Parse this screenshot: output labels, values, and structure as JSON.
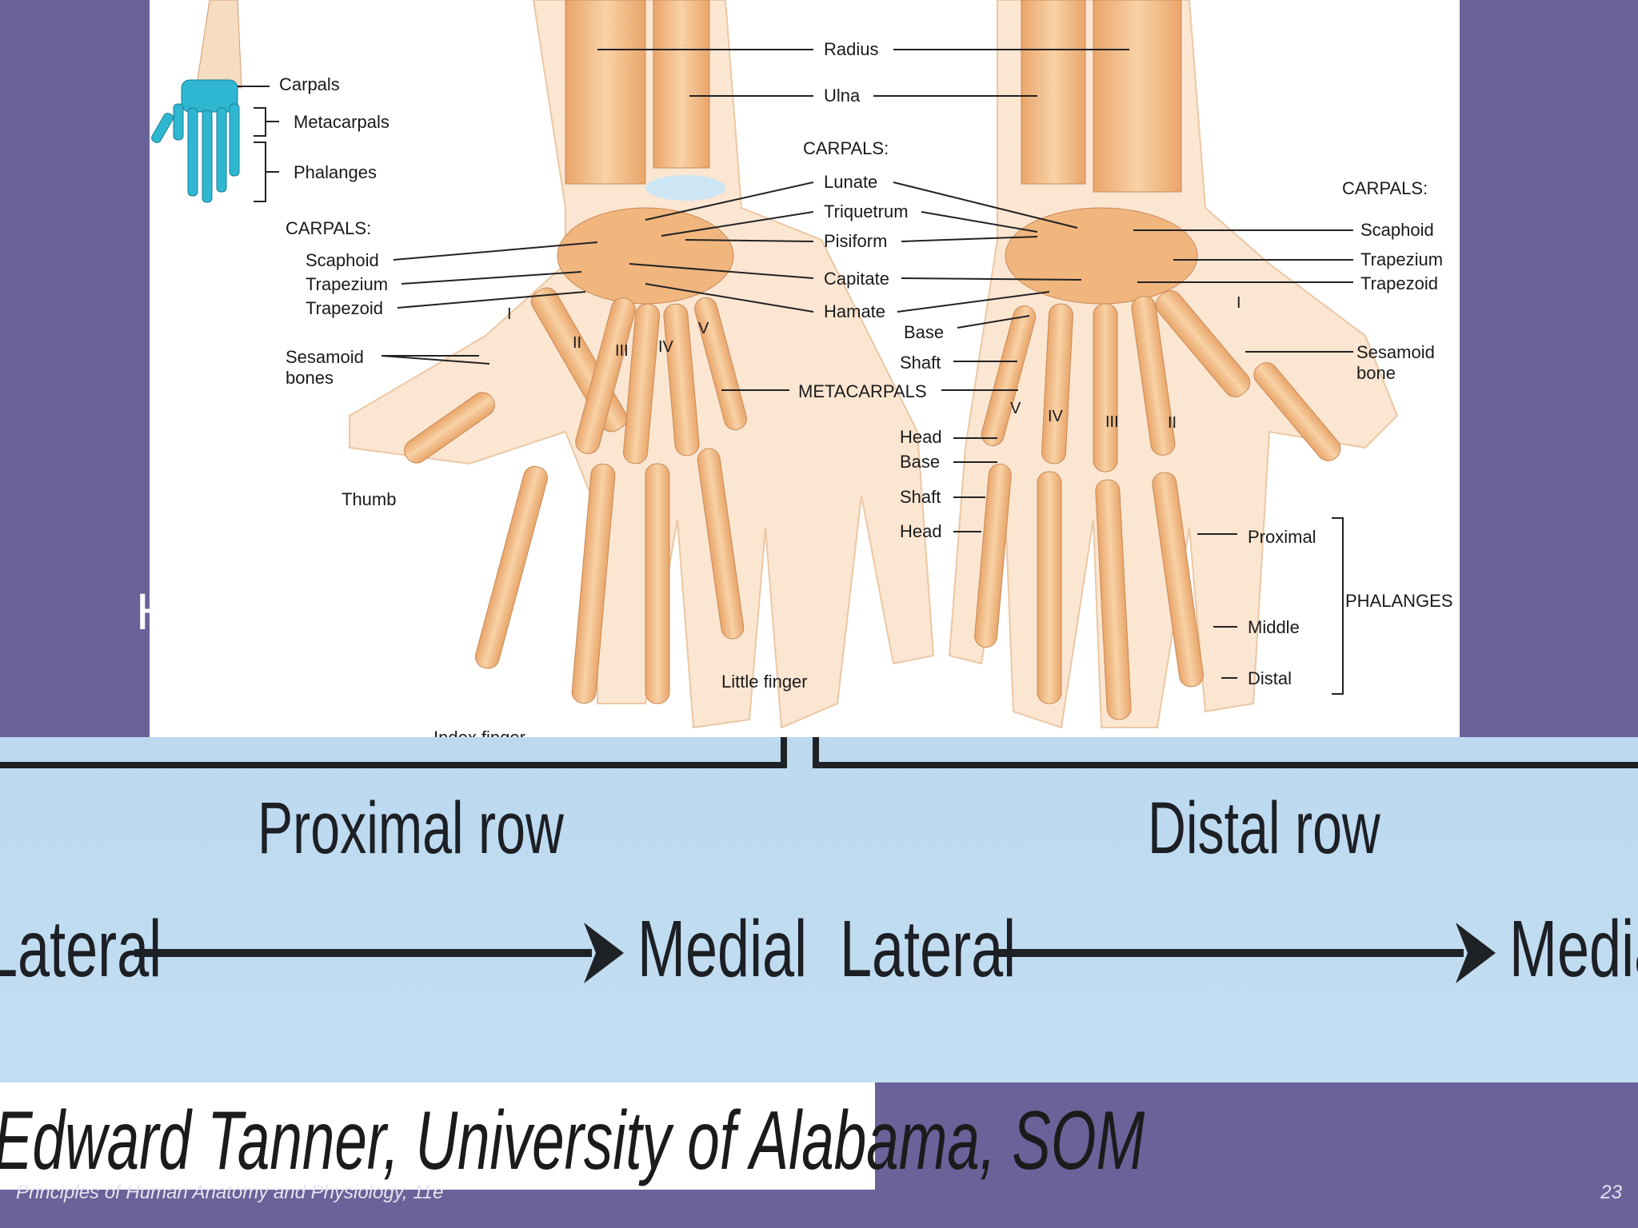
{
  "slide": {
    "partial_title": "H",
    "footer": "Principles of Human Anatomy and Physiology, 11e",
    "page_number": "23"
  },
  "figure": {
    "inset": {
      "carpals": "Carpals",
      "metacarpals": "Metacarpals",
      "phalanges": "Phalanges"
    },
    "left_hand": {
      "carpals_heading": "CARPALS:",
      "scaphoid": "Scaphoid",
      "trapezium": "Trapezium",
      "trapezoid": "Trapezoid",
      "sesamoid": "Sesamoid\nbones",
      "thumb": "Thumb",
      "index_finger": "Index finger",
      "little_finger": "Little finger"
    },
    "center": {
      "radius": "Radius",
      "ulna": "Ulna",
      "carpals_heading": "CARPALS:",
      "lunate": "Lunate",
      "triquetrum": "Triquetrum",
      "pisiform": "Pisiform",
      "capitate": "Capitate",
      "hamate": "Hamate",
      "base": "Base",
      "shaft": "Shaft",
      "metacarpals": "METACARPALS",
      "head": "Head",
      "base2": "Base",
      "shaft2": "Shaft",
      "head2": "Head"
    },
    "right_hand": {
      "carpals_heading": "CARPALS:",
      "scaphoid": "Scaphoid",
      "trapezium": "Trapezium",
      "trapezoid": "Trapezoid",
      "sesamoid": "Sesamoid\nbone",
      "proximal": "Proximal",
      "middle": "Middle",
      "distal": "Distal",
      "phalanges": "PHALANGES"
    },
    "roman": {
      "i": "I",
      "ii": "II",
      "iii": "III",
      "iv": "IV",
      "v": "V"
    }
  },
  "band": {
    "proximal_row": "Proximal row",
    "distal_row": "Distal row",
    "lateral_left": "Lateral",
    "medial_left": "Medial",
    "lateral_right": "Lateral",
    "medial_right": "Medial"
  },
  "credit": "Edward Tanner, University of Alabama, SOM",
  "colors": {
    "slide_bg": "#6a6399",
    "bone": "#f3c08c",
    "cartilage": "#c9e4f3",
    "band": "#bcd9ef",
    "inset_bone": "#2fb7d1"
  }
}
